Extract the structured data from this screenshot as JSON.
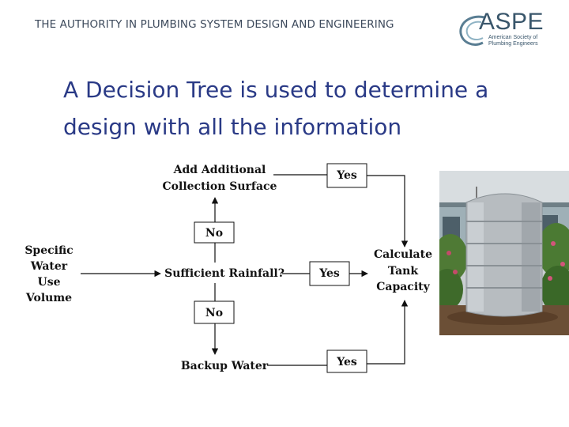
{
  "header": {
    "tagline": "THE AUTHORITY IN PLUMBING SYSTEM DESIGN AND ENGINEERING"
  },
  "logo": {
    "name": "ASPE",
    "subtitle_line1": "American Society of",
    "subtitle_line2": "Plumbing Engineers"
  },
  "slide": {
    "title": "A Decision Tree is used to determine a design with all the information"
  },
  "diagram": {
    "add_surface_line1": "Add Additional",
    "add_surface_line2": "Collection Surface",
    "yes_top": "Yes",
    "no_top": "No",
    "input_line1": "Specific",
    "input_line2": "Water",
    "input_line3": "Use",
    "input_line4": "Volume",
    "decision": "Sufficient Rainfall?",
    "yes_middle": "Yes",
    "calc_line1": "Calculate",
    "calc_line2": "Tank",
    "calc_line3": "Capacity",
    "no_bottom": "No",
    "backup": "Backup Water",
    "yes_bottom": "Yes"
  },
  "photo": {
    "icon": "rainwater-tank-photo"
  }
}
